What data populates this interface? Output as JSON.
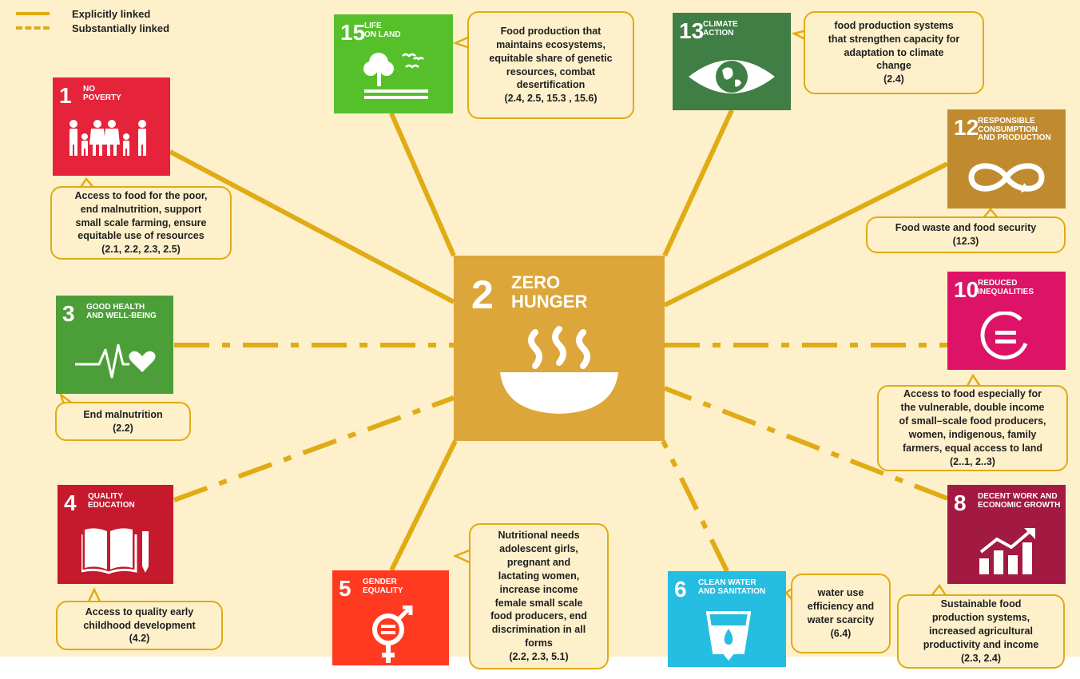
{
  "legend": {
    "explicit": "Explicitly linked",
    "substantial": "Substantially linked",
    "link_color": "#e0ab14"
  },
  "hub": {
    "number": "2",
    "title": "ZERO\nHUNGER",
    "color": "#dda63a",
    "icon": "food-bowl-icon"
  },
  "goals": [
    {
      "key": "g1",
      "number": "1",
      "title": "NO\nPOVERTY",
      "color": "#e5243b",
      "icon": "family-icon",
      "link": "explicit",
      "note": "Access to food for the poor,\nend malnutrition, support\nsmall scale farming, ensure\nequitable use of resources\n(2.1, 2.2, 2.3, 2.5)"
    },
    {
      "key": "g3",
      "number": "3",
      "title": "GOOD HEALTH\nAND WELL-BEING",
      "color": "#4c9f38",
      "icon": "heartbeat-icon",
      "link": "substantial",
      "note": "End malnutrition\n(2.2)"
    },
    {
      "key": "g4",
      "number": "4",
      "title": "QUALITY\nEDUCATION",
      "color": "#c5192d",
      "icon": "book-pencil-icon",
      "link": "substantial",
      "note": "Access to quality early\nchildhood development\n(4.2)"
    },
    {
      "key": "g5",
      "number": "5",
      "title": "GENDER\nEQUALITY",
      "color": "#ff3a21",
      "icon": "gender-equality-icon",
      "link": "explicit",
      "note": "Nutritional needs\nadolescent girls,\npregnant and\nlactating women,\nincrease income\nfemale small scale\nfood producers, end\ndiscrimination in all\nforms\n(2.2, 2.3, 5.1)"
    },
    {
      "key": "g6",
      "number": "6",
      "title": "CLEAN WATER\nAND SANITATION",
      "color": "#26bde2",
      "icon": "water-glass-icon",
      "link": "substantial",
      "note": "water use\nefficiency and\nwater scarcity\n(6.4)"
    },
    {
      "key": "g8",
      "number": "8",
      "title": "DECENT WORK AND\nECONOMIC GROWTH",
      "color": "#a21942",
      "icon": "growth-chart-icon",
      "link": "substantial",
      "note": "Sustainable food\nproduction systems,\nincreased agricultural\nproductivity and income\n(2.3, 2.4)"
    },
    {
      "key": "g10",
      "number": "10",
      "title": "REDUCED\nINEQUALITIES",
      "color": "#dd1367",
      "icon": "equality-circle-icon",
      "link": "substantial",
      "note": "Access to food especially for\nthe vulnerable, double income\nof small–scale food producers,\nwomen, indigenous, family\nfarmers, equal access to land\n(2..1, 2..3)"
    },
    {
      "key": "g12",
      "number": "12",
      "title": "RESPONSIBLE\nCONSUMPTION\nAND PRODUCTION",
      "color": "#bf8b2e",
      "icon": "infinity-icon",
      "link": "explicit",
      "note": "Food waste and food security\n(12.3)"
    },
    {
      "key": "g13",
      "number": "13",
      "title": "CLIMATE\nACTION",
      "color": "#3f7e44",
      "icon": "earth-eye-icon",
      "link": "explicit",
      "note": "food production systems\nthat strengthen capacity for\nadaptation to climate\nchange\n(2.4)"
    },
    {
      "key": "g15",
      "number": "15",
      "title": "LIFE\nON LAND",
      "color": "#56c02b",
      "icon": "tree-birds-icon",
      "link": "explicit",
      "note": "Food production that\nmaintains ecosystems,\nequitable share of genetic\nresources, combat\ndesertification\n(2.4, 2.5,  15.3 , 15.6)"
    }
  ]
}
